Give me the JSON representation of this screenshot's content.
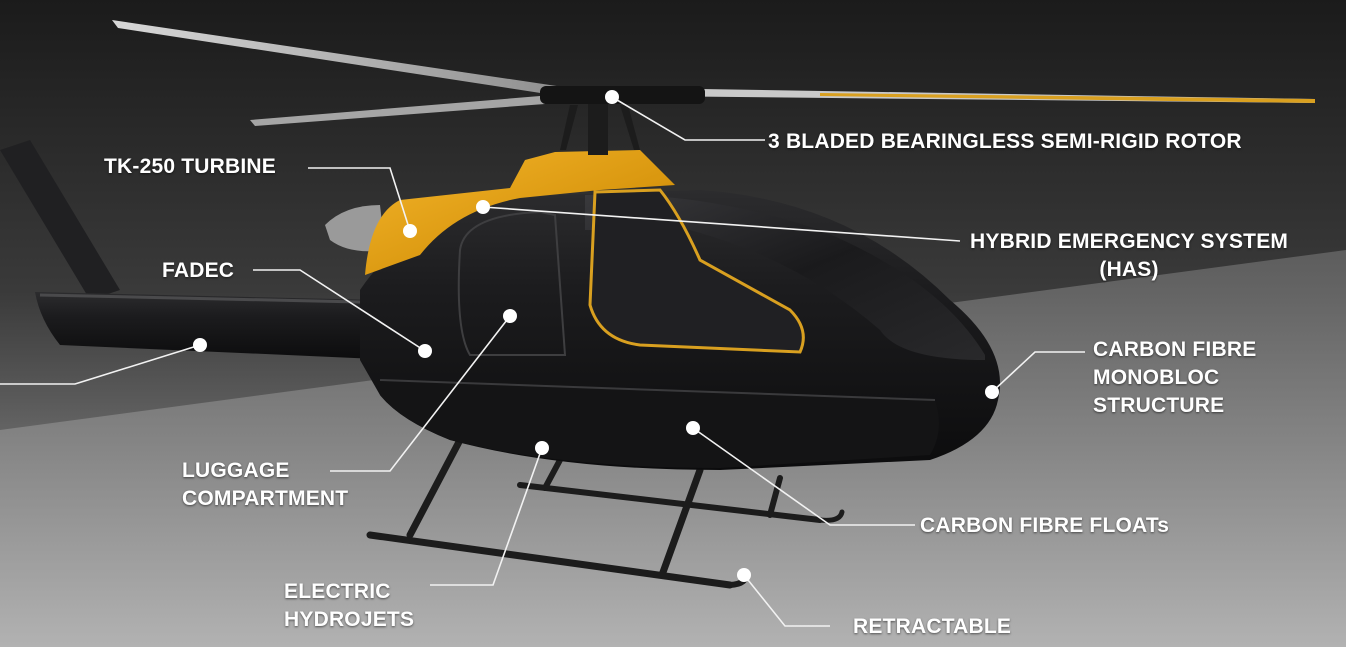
{
  "colors": {
    "accent": "#E3A21A",
    "body": "#1A1A1C",
    "label": "#FFFFFF"
  },
  "labels": {
    "rotor": {
      "count": "3",
      "word": "BLADED",
      "rest": "BEARINGLESS SEMI-RIGID ROTOR"
    },
    "turbine": "TK-250 TURBINE",
    "hybrid": {
      "line1": "HYBRID EMERGENCY SYSTEM",
      "line2": "(HAS)"
    },
    "fadec": "FADEC",
    "structure": {
      "line1": "CARBON FIBRE",
      "line2": "MONOBLOC",
      "line3": "STRUCTURE"
    },
    "luggage": {
      "line1": "LUGGAGE",
      "line2": "COMPARTMENT"
    },
    "floats": "CARBON FIBRE FLOATs",
    "hydrojets": {
      "line1": "ELECTRIC",
      "line2": "HYDROJETS"
    },
    "retractable": "RETRACTABLE"
  }
}
